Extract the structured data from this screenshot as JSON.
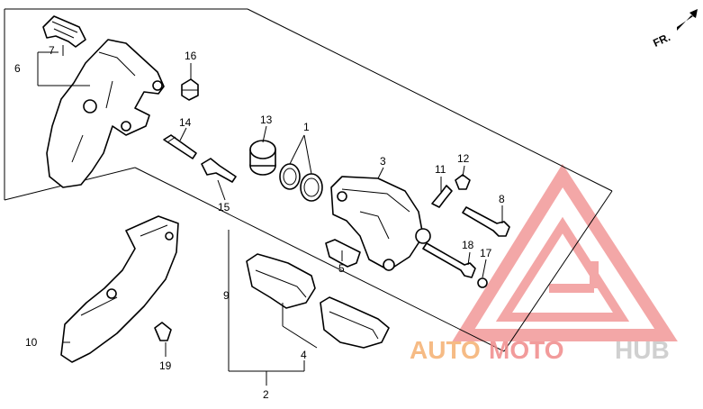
{
  "direction_label": "FR.",
  "parts": {
    "p1": "1",
    "p2": "2",
    "p3": "3",
    "p4": "4",
    "p5": "5",
    "p6": "6",
    "p7": "7",
    "p8": "8",
    "p9": "9",
    "p10": "10",
    "p11": "11",
    "p12": "12",
    "p13": "13",
    "p14": "14",
    "p15": "15",
    "p16": "16",
    "p17": "17",
    "p18": "18",
    "p19": "19"
  },
  "watermark": {
    "auto": "AUTO",
    "moto": "MOTO",
    "hub": "HUB"
  },
  "colors": {
    "watermark_red": "#f08a8a",
    "watermark_orange": "#f5b070",
    "watermark_grey": "#c8c8c8"
  }
}
